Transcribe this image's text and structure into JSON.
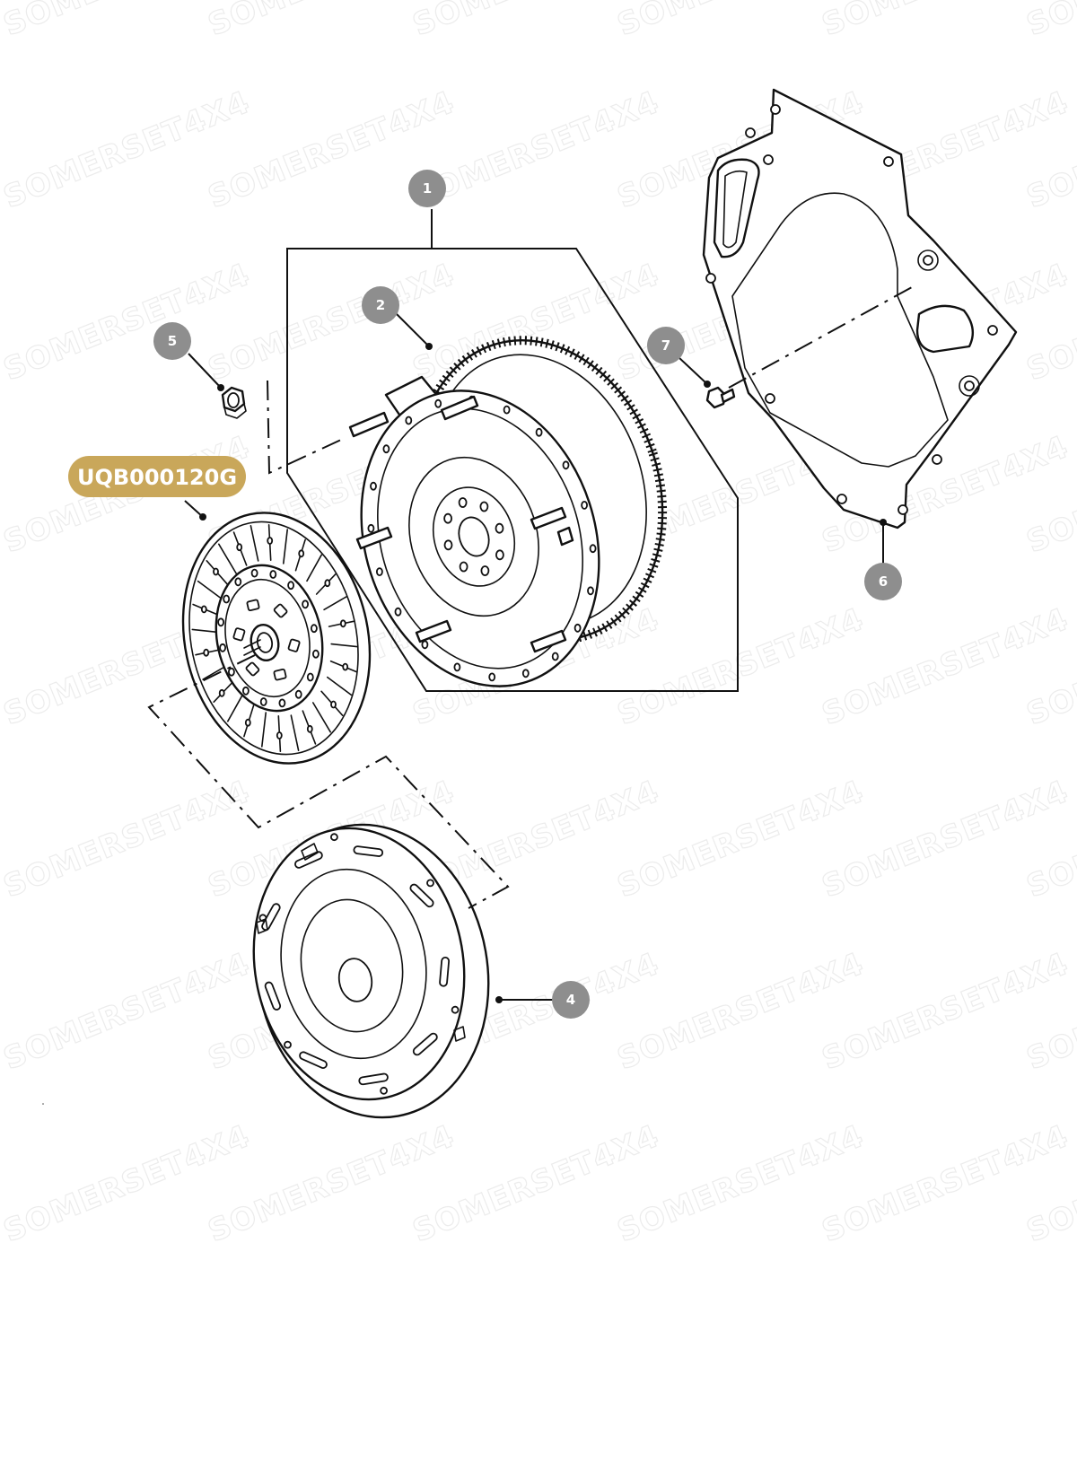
{
  "watermark": {
    "text": "SOMERSET4X4"
  },
  "callouts": [
    {
      "id": "1",
      "label": "1"
    },
    {
      "id": "2",
      "label": "2"
    },
    {
      "id": "4",
      "label": "4"
    },
    {
      "id": "5",
      "label": "5"
    },
    {
      "id": "6",
      "label": "6"
    },
    {
      "id": "7",
      "label": "7"
    }
  ],
  "part_tag": {
    "label": "UQB000120G",
    "color": "#c9a75a"
  },
  "colors": {
    "callout": "#8e8e8e",
    "line": "#111111",
    "tag": "#c9a75a"
  }
}
